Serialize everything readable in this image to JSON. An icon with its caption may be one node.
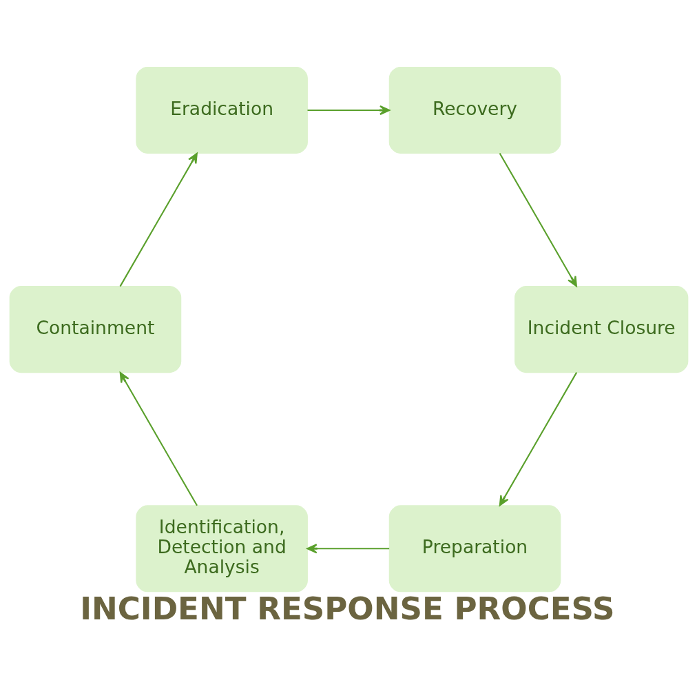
{
  "diagram": {
    "title": "INCIDENT RESPONSE PROCESS",
    "nodes": [
      {
        "text": [
          "Preparation"
        ]
      },
      {
        "text": [
          "Identification, Detection and Analysis"
        ]
      },
      {
        "text": [
          "Containment"
        ]
      },
      {
        "text": [
          "Eradication"
        ]
      },
      {
        "text": [
          "Recovery"
        ]
      },
      {
        "text": [
          "Incident Closure"
        ]
      }
    ],
    "edges": [
      {
        "from": 0,
        "to": 1,
        "arrow": "to"
      },
      {
        "from": 1,
        "to": 2,
        "arrow": "to"
      },
      {
        "from": 2,
        "to": 3,
        "arrow": "to"
      },
      {
        "from": 3,
        "to": 4,
        "arrow": "to"
      },
      {
        "from": 4,
        "to": 5,
        "arrow": "to"
      },
      {
        "from": 5,
        "to": 0,
        "arrow": "to"
      }
    ]
  }
}
